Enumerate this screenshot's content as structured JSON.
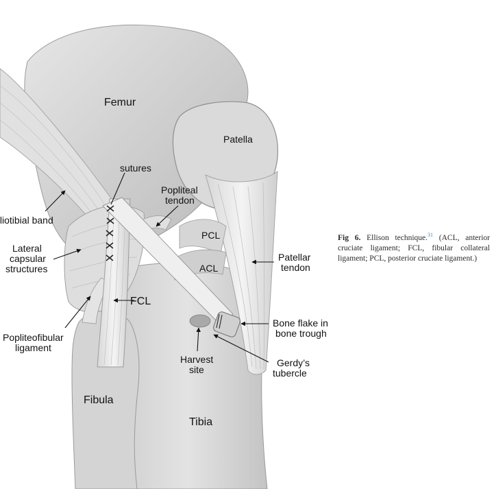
{
  "figure": {
    "labels": {
      "femur": "Femur",
      "patella": "Patella",
      "sutures": "sutures",
      "iliotibial_band": "Iliotibial band",
      "popliteal_tendon_1": "Popliteal",
      "popliteal_tendon_2": "tendon",
      "pcl": "PCL",
      "acl": "ACL",
      "lateral_capsular_1": "Lateral",
      "lateral_capsular_2": "capsular",
      "lateral_capsular_3": "structures",
      "patellar_tendon_1": "Patellar",
      "patellar_tendon_2": "tendon",
      "fcl": "FCL",
      "bone_flake_1": "Bone flake in",
      "bone_flake_2": "bone trough",
      "popliteofibular_1": "Popliteofibular",
      "popliteofibular_2": "ligament",
      "harvest_1": "Harvest",
      "harvest_2": "site",
      "gerdys_1": "Gerdy’s",
      "gerdys_2": "tubercle",
      "fibula": "Fibula",
      "tibia": "Tibia"
    }
  },
  "caption": {
    "label": "Fig 6.",
    "title": "Ellison technique.",
    "ref": "31",
    "text": "(ACL, anterior cruciate ligament; FCL, fibular collateral ligament; PCL, posterior cruciate ligament.)"
  }
}
